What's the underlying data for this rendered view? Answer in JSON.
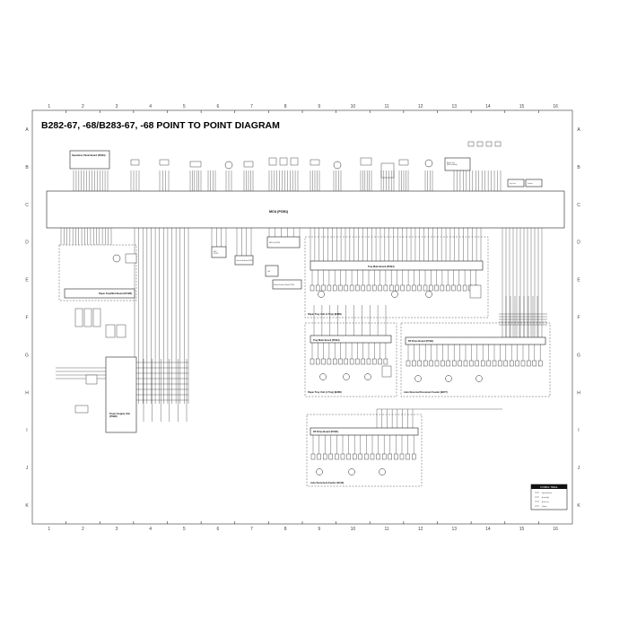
{
  "title": "B282-67, -68/B283-67, -68 POINT TO POINT DIAGRAM",
  "grid": {
    "cols": [
      "1",
      "2",
      "3",
      "4",
      "5",
      "6",
      "7",
      "8",
      "9",
      "10",
      "11",
      "12",
      "13",
      "14",
      "15",
      "16"
    ],
    "rows": [
      "A",
      "B",
      "C",
      "D",
      "E",
      "F",
      "G",
      "H",
      "I",
      "J",
      "K"
    ]
  },
  "blocks": {
    "main_board": "MCU (PCB1)",
    "ops_panel": "Operation Panel Board (PCB3)",
    "power_supply": "Power Supply Unit\n(PCB6)",
    "paper_feed": "Paper Feed/Exit Board (PCB5)",
    "tray_main": "Tray Main Board (PCB4)",
    "paper_tray_unit_1": "Paper Tray Unit (1 Tray) (B388)",
    "tray_main_2": "Tray Main Board (PCB4)",
    "paper_tray_unit_2": "Paper Tray Unit (1 Tray) (B388)",
    "arff_drive": "DF Drive Board (PCB1)",
    "arff": "Auto Reversal Document Feeder (B677)",
    "adf_drive": "DF Drive Board (PCB1)",
    "adf": "Auto Document Feeder (B419)",
    "hdd": "HDD\n(PCB2)",
    "laser_board": "Laser Diode Board (PCB7)",
    "fax_board": "FAX Unit (PCB8)",
    "nib": "Network Interface Board (PCB9)",
    "ldu": "LDU",
    "tray_right": "Bypass Tray\n(Ref Unit Board)",
    "small_box_1": "Key Card",
    "small_box_2": "Counter"
  },
  "symbol_table": {
    "title": "SYMBOL TABLE",
    "rows": [
      "Signal Direction",
      "Active High",
      "Active Low",
      "Voltage"
    ]
  }
}
